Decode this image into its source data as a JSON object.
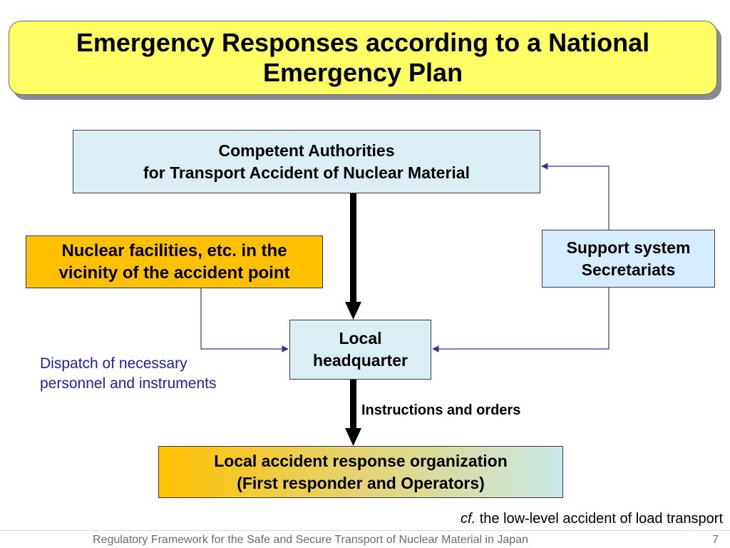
{
  "title": {
    "line1": "Emergency Responses according to a National",
    "line2": "Emergency Plan"
  },
  "boxes": {
    "competent_authorities": {
      "line1": "Competent Authorities",
      "line2": "for Transport Accident of Nuclear Material"
    },
    "nuclear_facilities": {
      "line1": "Nuclear facilities, etc. in the",
      "line2": "vicinity of the accident point"
    },
    "support_system": {
      "line1": "Support system",
      "line2": "Secretariats"
    },
    "local_headquarter": {
      "line1": "Local",
      "line2": "headquarter"
    },
    "local_response": {
      "line1": "Local accident response organization",
      "line2": "(First responder and Operators)"
    }
  },
  "labels": {
    "dispatch_line1": "Dispatch of necessary",
    "dispatch_line2": "personnel and instruments",
    "instructions": "Instructions and orders"
  },
  "note": {
    "cf": "cf.",
    "text": " the low-level accident of load transport"
  },
  "footer": {
    "text": "Regulatory Framework for the Safe and Secure Transport of Nuclear Material in Japan",
    "page": "7"
  },
  "colors": {
    "title_fill": "#ffff66",
    "box_light_blue": "#dbeef3",
    "box_orange": "#ffc000",
    "support_fill": "#d4ecfb",
    "connector_blue": "#33338a",
    "dispatch_text": "#1f1fa8"
  }
}
